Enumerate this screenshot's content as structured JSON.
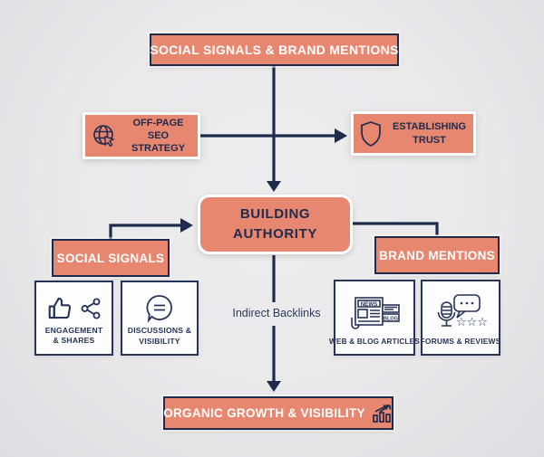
{
  "colors": {
    "salmon": "#E8876F",
    "navy": "#1F2B4D",
    "background": "#E9E9EA",
    "card_white": "#FDFDFD",
    "text_on_salmon_light": "#FFFFFF"
  },
  "diagram": {
    "top": {
      "label": "SOCIAL SIGNALS & BRAND MENTIONS"
    },
    "offpage": {
      "label": "OFF-PAGE SEO STRATEGY",
      "icon": "globe-cursor-icon"
    },
    "trust": {
      "label": "ESTABLISHING TRUST",
      "icon": "shield-icon"
    },
    "authority": {
      "label": "BUILDING AUTHORITY"
    },
    "social": {
      "label": "SOCIAL SIGNALS"
    },
    "brand": {
      "label": "BRAND MENTIONS"
    },
    "cards": {
      "engagement": {
        "label": "ENGAGEMENT & SHARES",
        "icons": "thumbs-up-icon, share-icon"
      },
      "discussions": {
        "label": "DISCUSSIONS & VISIBILITY",
        "icons": "chat-bubble-icon"
      },
      "web_blog": {
        "label": "WEB & BLOG ARTICLES",
        "icons": "newspaper-icon",
        "news_text": "NEWS",
        "blog_text": "BLOG"
      },
      "forums": {
        "label": "FORUMS & REVIEWS",
        "icons": "microphone-icon, speech-dots-icon, stars-icon",
        "stars": "☆☆☆"
      }
    },
    "edge_label": "Indirect Backlinks",
    "bottom": {
      "label": "ORGANIC GROWTH & VISIBILITY",
      "icon": "growth-chart-icon"
    }
  }
}
